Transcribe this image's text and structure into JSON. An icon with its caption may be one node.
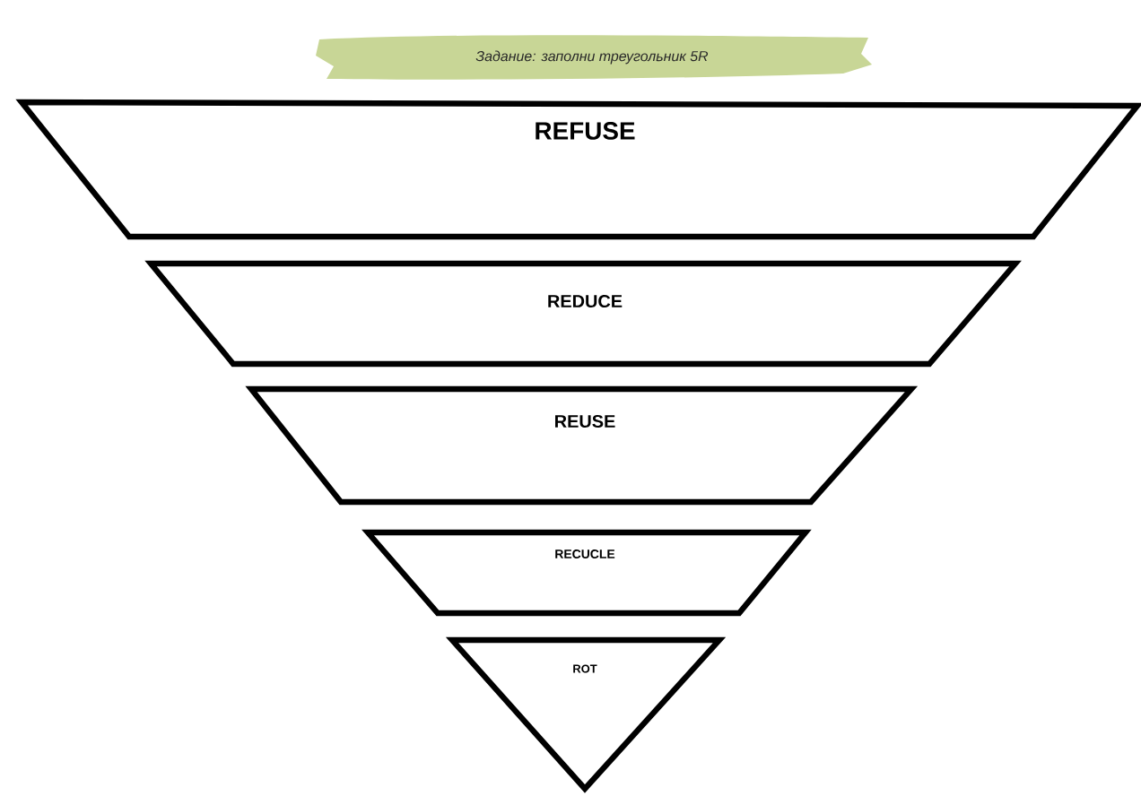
{
  "diagram": {
    "title": "Задание: заполни треугольник 5R",
    "nodes": [
      {
        "text": [
          "REFUSE"
        ]
      },
      {
        "text": [
          "REDUCE"
        ]
      },
      {
        "text": [
          "REUSE"
        ]
      },
      {
        "text": [
          "RECUCLE"
        ]
      },
      {
        "text": [
          "ROT"
        ]
      }
    ],
    "edges": []
  }
}
